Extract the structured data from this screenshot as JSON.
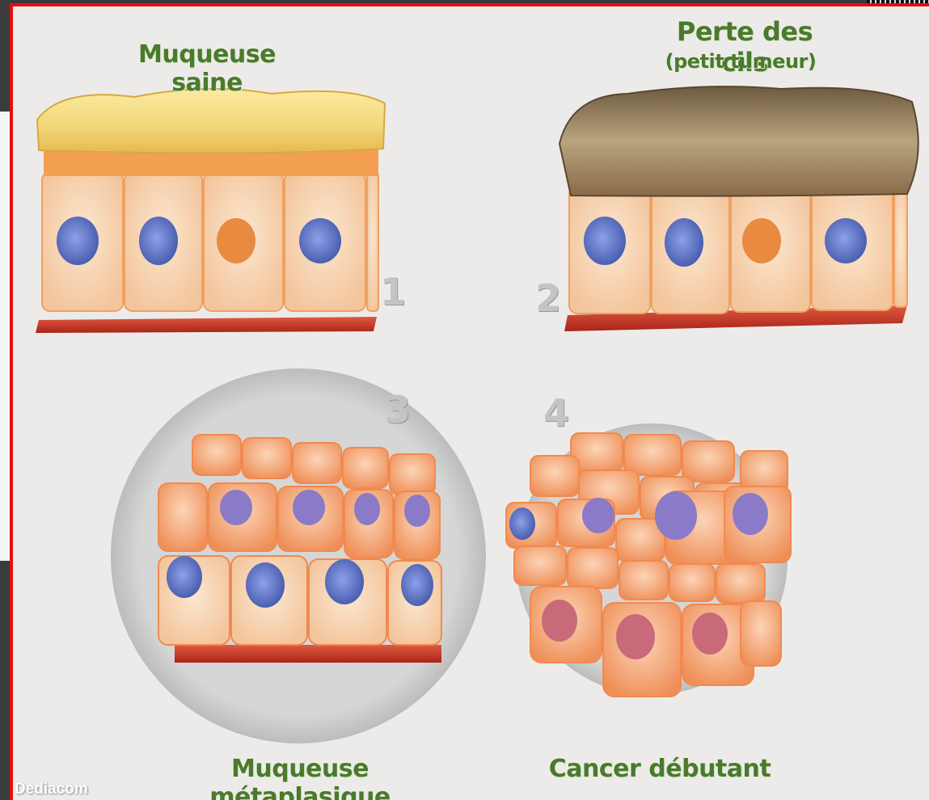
{
  "labels": {
    "panel1_title": "Muqueuse saine",
    "panel2_title": "Perte des cils",
    "panel2_subtitle": "(petit tumeur)",
    "panel3_title": "Muqueuse métaplasique",
    "panel4_title": "Cancer débutant"
  },
  "numbers": {
    "n1": "1",
    "n2": "2",
    "n3": "3",
    "n4": "4"
  },
  "watermark": "Dediacom",
  "colors": {
    "label_green": "#4a7a2c",
    "frame_red": "#e01010",
    "cell_fill": "#f7d9b8",
    "cell_outline": "#f09050",
    "nucleus_blue": "#6a7fd0",
    "basement_red": "#c83020",
    "mucus_yellow": "#f2d779",
    "mucus_dark": "#8a7a60"
  }
}
